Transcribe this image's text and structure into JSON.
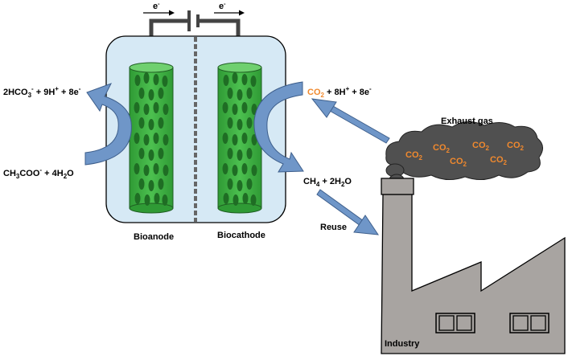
{
  "circuit": {
    "electron_left": "e",
    "electron_right": "e",
    "electron_charge": "-"
  },
  "reactor": {
    "anode_label": "Bioanode",
    "cathode_label": "Biocathode"
  },
  "anode_reactions": {
    "product": {
      "a": "2HCO",
      "a_sub": "3",
      "a_sup": "-",
      "b": " + 9H",
      "b_sup": "+",
      "c": " + 8e",
      "c_sup": "-"
    },
    "substrate": {
      "a": "CH",
      "a_sub": "3",
      "b": "COO",
      "b_sup": "-",
      "c": " + 4H",
      "c_sub": "2",
      "d": "O"
    }
  },
  "cathode_reactions": {
    "reactant": {
      "co": "CO",
      "co_sub": "2",
      "b": " + 8H",
      "b_sup": "+",
      "c": " + 8e",
      "c_sup": "-"
    },
    "product": {
      "a": "CH",
      "a_sub": "4",
      "b": " + 2H",
      "b_sub": "2",
      "c": "O"
    }
  },
  "exhaust": {
    "title": "Exhaust gas",
    "molecule": "CO",
    "molecule_sub": "2"
  },
  "reuse_label": "Reuse",
  "industry_label": "Industry",
  "colors": {
    "reactor_fill": "#d6e9f5",
    "electrode_green": "#3db042",
    "electrode_pores": "#1f6d24",
    "arrow_blue": "#6f96c8",
    "co2_orange": "#f0892e",
    "smoke": "#505050",
    "factory": "#a8a4a1"
  }
}
